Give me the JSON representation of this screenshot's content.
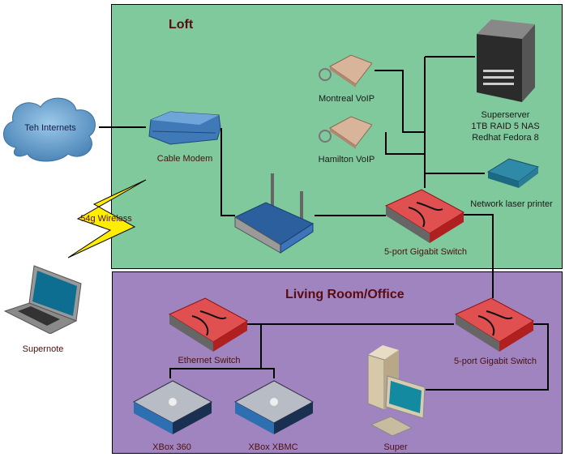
{
  "zones": {
    "loft": {
      "title": "Loft",
      "color": "#80c99c"
    },
    "living": {
      "title": "Living Room/Office",
      "color": "#a084c0"
    }
  },
  "nodes": {
    "internet": "Teh Internets",
    "cable_modem": "Cable Modem",
    "wireless": "54g Wireless",
    "laptop": "Supernote",
    "montreal_voip": "Montreal VoIP",
    "hamilton_voip": "Hamilton VoIP",
    "server": {
      "line1": "Superserver",
      "line2": "1TB RAID 5 NAS",
      "line3": "Redhat Fedora 8"
    },
    "printer": "Network laser printer",
    "loft_switch": "5-port Gigabit Switch",
    "ethernet_switch": "Ethernet Switch",
    "living_switch": "5-port Gigabit Switch",
    "xbox360": "XBox 360",
    "xbox_xbmc": "XBox XBMC",
    "desktop": "Super"
  },
  "colors": {
    "switch": "#d23a3a",
    "wire": "#000000",
    "label": "#4a1010",
    "lightning": "#ffee00"
  }
}
